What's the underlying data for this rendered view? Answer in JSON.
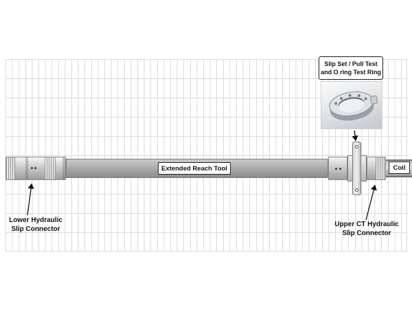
{
  "callout_box": {
    "line1": "Slip Set / Pull Test",
    "line2": "and O ring Test Ring"
  },
  "tool": {
    "extended_reach_label": "Extended Reach Tool",
    "coil_label": "Coil"
  },
  "labels": {
    "lower_connector": {
      "line1": "Lower Hydraulic",
      "line2": "Slip Connector"
    },
    "upper_connector": {
      "line1": "Upper CT Hydraulic",
      "line2": "Slip Connector"
    }
  },
  "icons": {
    "ring_graphic": "o-ring-test-ring-illustration",
    "down_arrow": "arrow-down-icon",
    "leader_arrows": "arrow-up-leader-icon"
  },
  "colors": {
    "grid_line": "#d9d9d9",
    "tool_bar_gray": "#a6a6a6",
    "connector_metal": "#cdcdcd",
    "outline_black": "#1a1a1a",
    "background": "#ffffff"
  }
}
